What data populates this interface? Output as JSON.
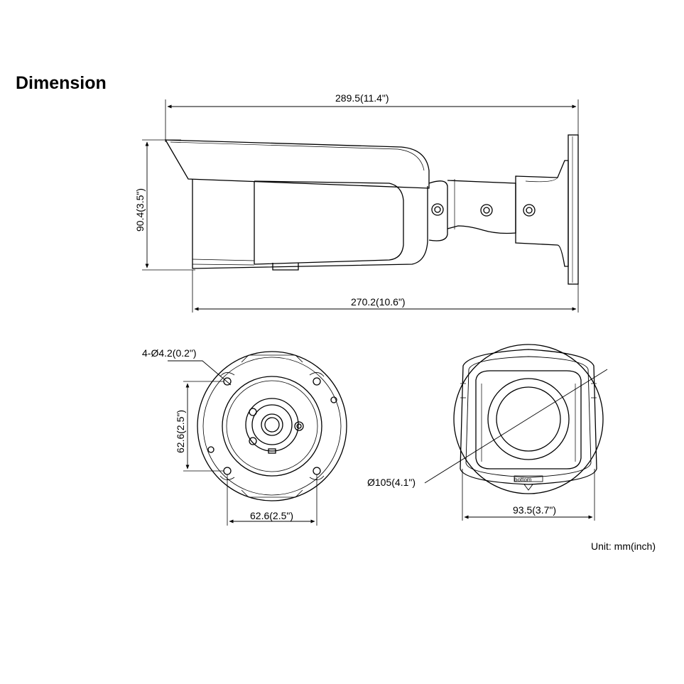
{
  "title": "Dimension",
  "unit_note": "Unit: mm(inch)",
  "dimensions": {
    "overall_length": "289.5(11.4\")",
    "height": "90.4(3.5\")",
    "body_length": "270.2(10.6\")",
    "hole_spec": "4-Ø4.2(0.2\")",
    "mount_vertical": "62.6(2.5\")",
    "mount_horizontal": "62.6(2.5\")",
    "front_diameter": "Ø105(4.1\")",
    "front_width": "93.5(3.7\")"
  },
  "front_label": "bottom"
}
